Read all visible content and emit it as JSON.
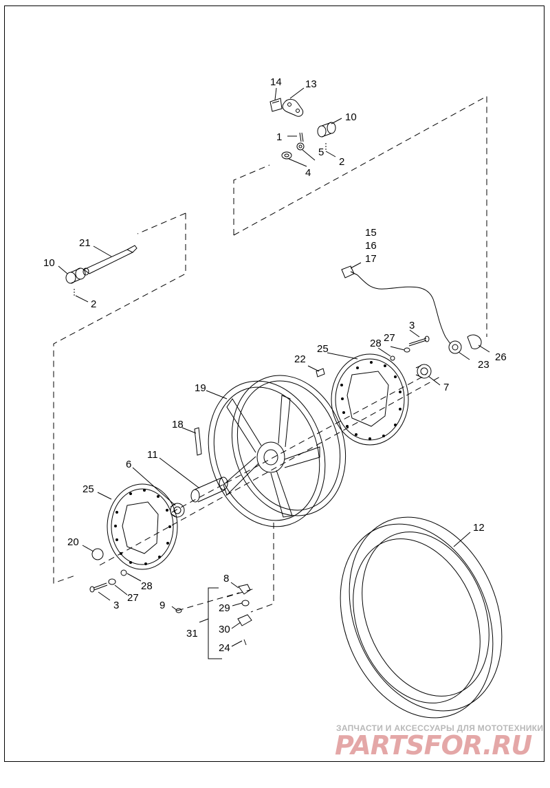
{
  "callouts": [
    {
      "id": "c14",
      "text": "14"
    },
    {
      "id": "c13",
      "text": "13"
    },
    {
      "id": "c10a",
      "text": "10"
    },
    {
      "id": "c1",
      "text": "1"
    },
    {
      "id": "c5",
      "text": "5"
    },
    {
      "id": "c2a",
      "text": "2"
    },
    {
      "id": "c4",
      "text": "4"
    },
    {
      "id": "c21",
      "text": "21"
    },
    {
      "id": "c10b",
      "text": "10"
    },
    {
      "id": "c2b",
      "text": "2"
    },
    {
      "id": "c15",
      "text": "15"
    },
    {
      "id": "c16",
      "text": "16"
    },
    {
      "id": "c17",
      "text": "17"
    },
    {
      "id": "c3a",
      "text": "3"
    },
    {
      "id": "c28a",
      "text": "28"
    },
    {
      "id": "c27a",
      "text": "27"
    },
    {
      "id": "c25a",
      "text": "25"
    },
    {
      "id": "c22",
      "text": "22"
    },
    {
      "id": "c23",
      "text": "23"
    },
    {
      "id": "c26",
      "text": "26"
    },
    {
      "id": "c7",
      "text": "7"
    },
    {
      "id": "c19",
      "text": "19"
    },
    {
      "id": "c18",
      "text": "18"
    },
    {
      "id": "c11",
      "text": "11"
    },
    {
      "id": "c6",
      "text": "6"
    },
    {
      "id": "c25b",
      "text": "25"
    },
    {
      "id": "c12",
      "text": "12"
    },
    {
      "id": "c20",
      "text": "20"
    },
    {
      "id": "c28b",
      "text": "28"
    },
    {
      "id": "c27b",
      "text": "27"
    },
    {
      "id": "c3b",
      "text": "3"
    },
    {
      "id": "c8",
      "text": "8"
    },
    {
      "id": "c9",
      "text": "9"
    },
    {
      "id": "c29",
      "text": "29"
    },
    {
      "id": "c31",
      "text": "31"
    },
    {
      "id": "c30",
      "text": "30"
    },
    {
      "id": "c24",
      "text": "24"
    }
  ],
  "watermark": {
    "tagline": "ЗАПЧАСТИ И АКСЕССУАРЫ ДЛЯ МОТОТЕХНИКИ",
    "logo": "PARTSFOR.RU"
  }
}
